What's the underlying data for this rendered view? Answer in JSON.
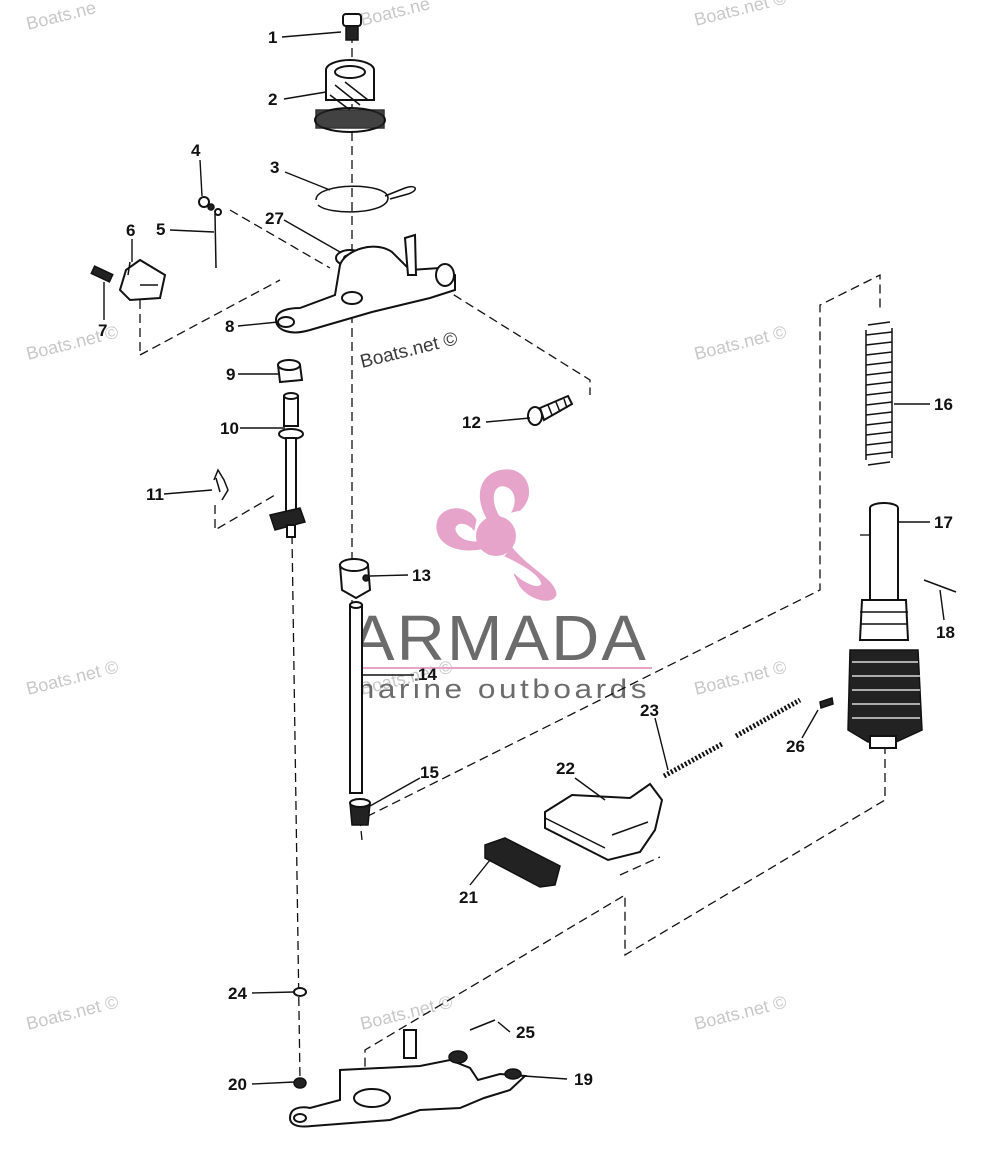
{
  "callouts": [
    "1",
    "2",
    "3",
    "4",
    "5",
    "6",
    "7",
    "8",
    "9",
    "10",
    "11",
    "12",
    "13",
    "14",
    "15",
    "16",
    "17",
    "18",
    "19",
    "20",
    "21",
    "22",
    "23",
    "24",
    "25",
    "26",
    "27"
  ],
  "watermarks": {
    "site": "Boats.net ©",
    "site_cropped": "Boats.ne"
  },
  "brand": {
    "name": "ARMADA",
    "tagline": "marine outboards",
    "propeller_color": "#e6a4cb",
    "text_color": "#6b6b6b"
  }
}
